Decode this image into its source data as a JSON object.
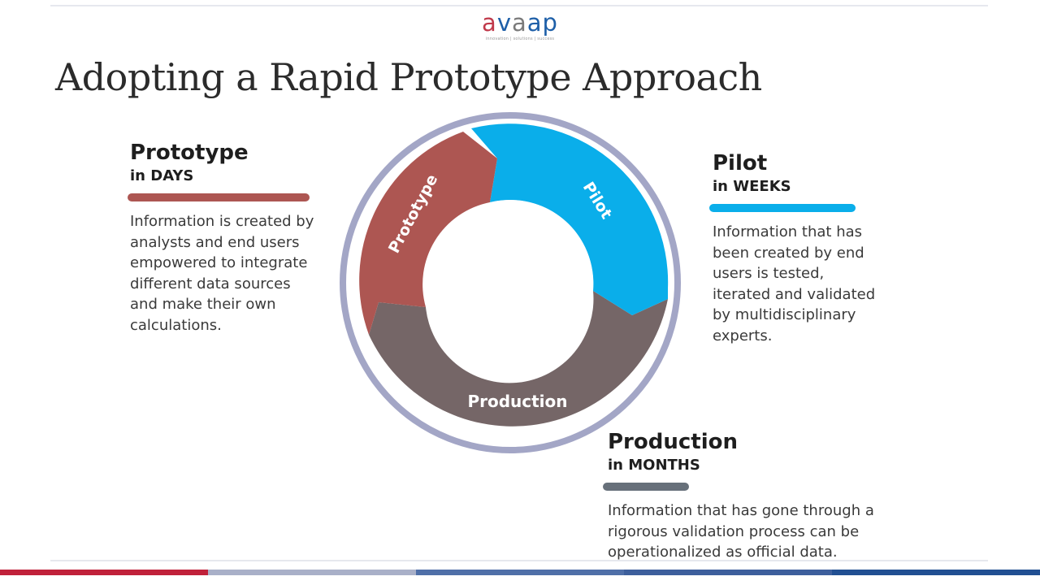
{
  "logo": {
    "text": "avaap",
    "tagline": "innovation | solutions | success",
    "colors": {
      "a1": "#c0394a",
      "v": "#1e5fa8",
      "a2": "#7a7a7a",
      "a3": "#1e5fa8",
      "p": "#1e5fa8"
    }
  },
  "slide": {
    "title": "Adopting a Rapid Prototype Approach"
  },
  "cycle": {
    "prototype_label": "Prototype",
    "pilot_label": "Pilot",
    "production_label": "Production",
    "colors": {
      "prototype": "#ad5652",
      "pilot": "#0aaeea",
      "production": "#756667",
      "outer_ring": "#a3a6c6"
    }
  },
  "blocks": {
    "prototype": {
      "title": "Prototype",
      "subtitle": "in DAYS",
      "bar_color": "#ad5652",
      "description": "Information is created by\nanalysts and end users\nempowered to integrate\ndifferent data sources\nand make their own\ncalculations."
    },
    "pilot": {
      "title": "Pilot",
      "subtitle": "in WEEKS",
      "bar_color": "#0aaeea",
      "description": "Information that has\nbeen created by end\nusers is tested,\niterated and validated\nby multidisciplinary\nexperts."
    },
    "production": {
      "title": "Production",
      "subtitle": "in MONTHS",
      "bar_color": "#67707a",
      "description": "Information that has gone through a\nrigorous validation process can be\noperationalized as official data."
    }
  },
  "footer": {
    "colors": [
      "#c0213a",
      "#a9b0c8",
      "#4f6fa8",
      "#3d5f9c",
      "#214f92"
    ]
  }
}
